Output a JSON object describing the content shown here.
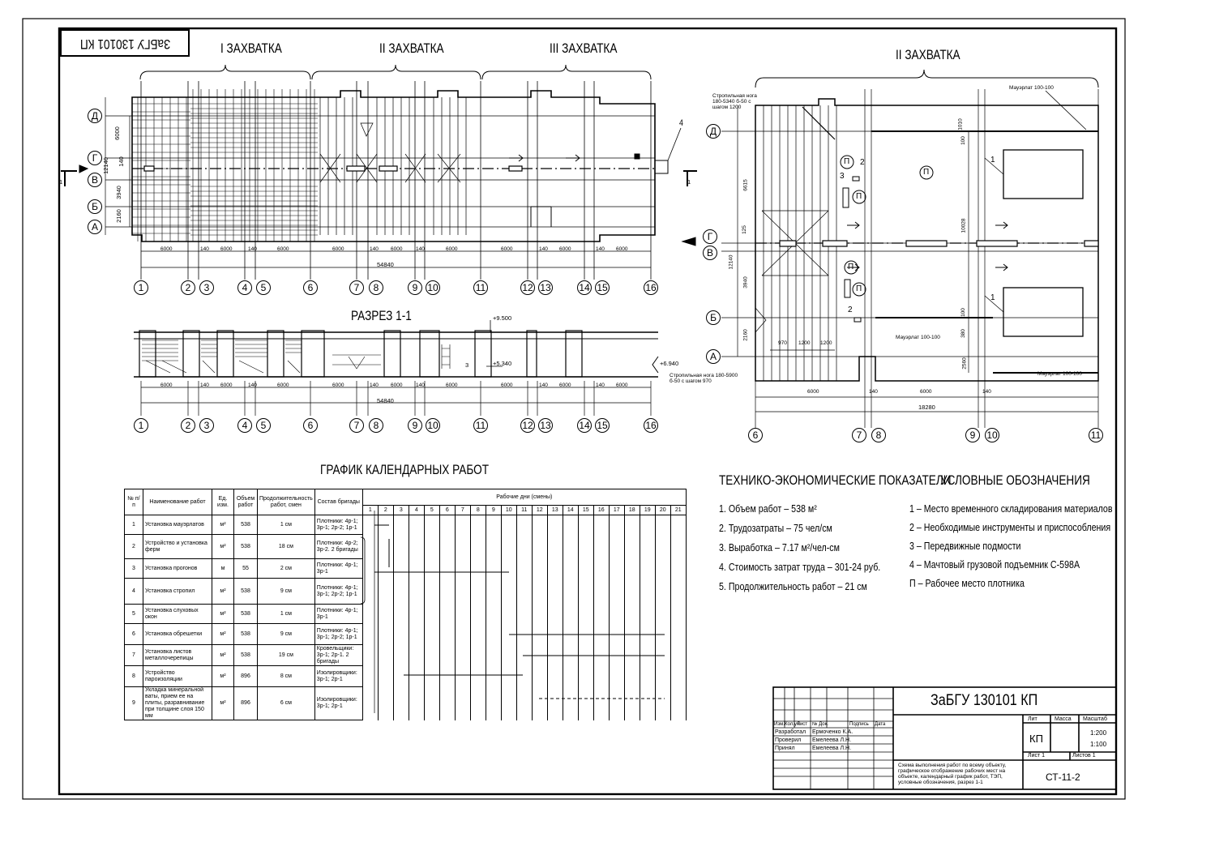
{
  "stamp_top": "ЗаБГУ 130101 КП",
  "zones": {
    "z1": "I ЗАХВАТКА",
    "z2": "II ЗАХВАТКА",
    "z3": "III ЗАХВАТКА",
    "right": "II ЗАХВАТКА"
  },
  "plan": {
    "row_axes": [
      "Д",
      "Г",
      "В",
      "Б",
      "А"
    ],
    "col_axes": [
      "1",
      "2",
      "3",
      "4",
      "5",
      "6",
      "7",
      "8",
      "9",
      "10",
      "11",
      "12",
      "13",
      "14",
      "15",
      "16"
    ],
    "dims_bottom": [
      "6000",
      "140",
      "6000",
      "140",
      "6000",
      "6000",
      "140",
      "6000",
      "140",
      "6000",
      "6000",
      "140",
      "6000",
      "140",
      "6000"
    ],
    "total": "54840",
    "left_dims": [
      "6000",
      "140",
      "3940",
      "2160"
    ],
    "left_total": "12140",
    "callout": "4",
    "section_mark": "1"
  },
  "section": {
    "title": "РАЗРЕЗ 1-1",
    "level_top": "+9.500",
    "level_mid": "+5.340",
    "level_right": "+6.940",
    "callout": "3"
  },
  "detail": {
    "row_axes": [
      "Д",
      "Г",
      "В",
      "Б",
      "А"
    ],
    "col_axes": [
      "6",
      "7",
      "8",
      "9",
      "10",
      "11"
    ],
    "crane_top": "Стропильная нога 180-5340 б-50 с шагом 1200",
    "crane_bottom": "Стропильная нога 180-5900 б-50 с шагом 970",
    "mauerlat": "Мауэрлат 100-100",
    "dims_bottom": [
      "6000",
      "140",
      "6000",
      "140"
    ],
    "total": "18280",
    "dims_top": [
      "970",
      "1200",
      "1200"
    ],
    "left_dims": [
      "6615",
      "125",
      "3940",
      "2160"
    ],
    "left_total": "12140",
    "right_dims": [
      "1010",
      "100",
      "10028",
      "100",
      "380",
      "2560"
    ],
    "marks": [
      "П",
      "П",
      "П",
      "П",
      "П",
      "1",
      "1",
      "2",
      "2",
      "3"
    ]
  },
  "schedule": {
    "title": "ГРАФИК КАЛЕНДАРНЫХ РАБОТ",
    "headers": [
      "№ п/п",
      "Наименование работ",
      "Ед. изм.",
      "Объем работ",
      "Продолжительность работ, смен",
      "Состав бригады",
      "Рабочие дни (смены)"
    ],
    "days": [
      "1",
      "2",
      "3",
      "4",
      "5",
      "6",
      "7",
      "8",
      "9",
      "10",
      "11",
      "12",
      "13",
      "14",
      "15",
      "16",
      "17",
      "18",
      "19",
      "20",
      "21"
    ],
    "rows": [
      {
        "n": "1",
        "name": "Установка мауэрлатов",
        "unit": "м²",
        "vol": "538",
        "dur": "1 см",
        "crew": "Плотники: 4р-1; 3р-1; 2р-2; 1р-1"
      },
      {
        "n": "2",
        "name": "Устройство и установка ферм",
        "unit": "м²",
        "vol": "538",
        "dur": "18 см",
        "crew": "Плотники: 4р-2; 3р-2. 2 бригады"
      },
      {
        "n": "3",
        "name": "Установка прогонов",
        "unit": "м",
        "vol": "55",
        "dur": "2 см",
        "crew": "Плотники: 4р-1; 3р-1"
      },
      {
        "n": "4",
        "name": "Установка стропил",
        "unit": "м²",
        "vol": "538",
        "dur": "9 см",
        "crew": "Плотники: 4р-1; 3р-1; 2р-2; 1р-1"
      },
      {
        "n": "5",
        "name": "Установка слуховых окон",
        "unit": "м²",
        "vol": "538",
        "dur": "1 см",
        "crew": "Плотники: 4р-1; 3р-1"
      },
      {
        "n": "6",
        "name": "Установка обрешетки",
        "unit": "м²",
        "vol": "538",
        "dur": "9 см",
        "crew": "Плотники: 4р-1; 3р-1; 2р-2; 1р-1"
      },
      {
        "n": "7",
        "name": "Установка листов металлочерепицы",
        "unit": "м²",
        "vol": "538",
        "dur": "19 см",
        "crew": "Кровельщики: 3р-1; 2р-1. 2 бригады"
      },
      {
        "n": "8",
        "name": "Устройство пароизоляции",
        "unit": "м²",
        "vol": "896",
        "dur": "8 см",
        "crew": "Изолировщики: 3р-1; 2р-1"
      },
      {
        "n": "9",
        "name": "Укладка минеральной ваты, прием ее на плиты, разравнивание при толщине слоя 150 мм",
        "unit": "м²",
        "vol": "896",
        "dur": "6 см",
        "crew": "Изолировщики: 3р-1; 2р-1"
      }
    ]
  },
  "tech": {
    "title": "ТЕХНИКО-ЭКОНОМИЧЕСКИЕ ПОКАЗАТЕЛИ",
    "items": [
      "1. Объем работ – 538 м²",
      "2. Трудозатраты – 75 чел/см",
      "3. Выработка – 7.17 м²/чел-см",
      "4. Стоимость затрат труда – 301-24 руб.",
      "5. Продолжительность работ – 21 см"
    ]
  },
  "legend": {
    "title": "УСЛОВНЫЕ ОБОЗНАЧЕНИЯ",
    "items": [
      "1 – Место временного складирования материалов",
      "2 – Необходимые инструменты и приспособления",
      "3 – Передвижные подмости",
      "4 – Мачтовый грузовой подъемник С-598А",
      "П – Рабочее место плотника"
    ]
  },
  "stamp": {
    "code": "ЗаБГУ 130101  КП",
    "cols": [
      "Изм.",
      "Кол.уч",
      "Лист",
      "№ Док.",
      "Подпись",
      "Дата"
    ],
    "roles": [
      "Разработал",
      "Проверил",
      "Принял"
    ],
    "names": [
      "Ермоченко К.А.",
      "Емелеева Л.Н.",
      "Емелеева Л.Н."
    ],
    "stage_h": [
      "Лит",
      "Масса",
      "Масштаб"
    ],
    "stage": "КП",
    "scale1": "1:200",
    "scale2": "1:100",
    "sheet": "Лист 1",
    "sheets": "Листов 1",
    "description": "Схема выполнения работ по всему объекту, графическое отображение рабочих мест на объекте, календарный график работ, ТЭП, условные обозначения, разрез 1-1",
    "sheet_code": "СТ-11-2"
  }
}
